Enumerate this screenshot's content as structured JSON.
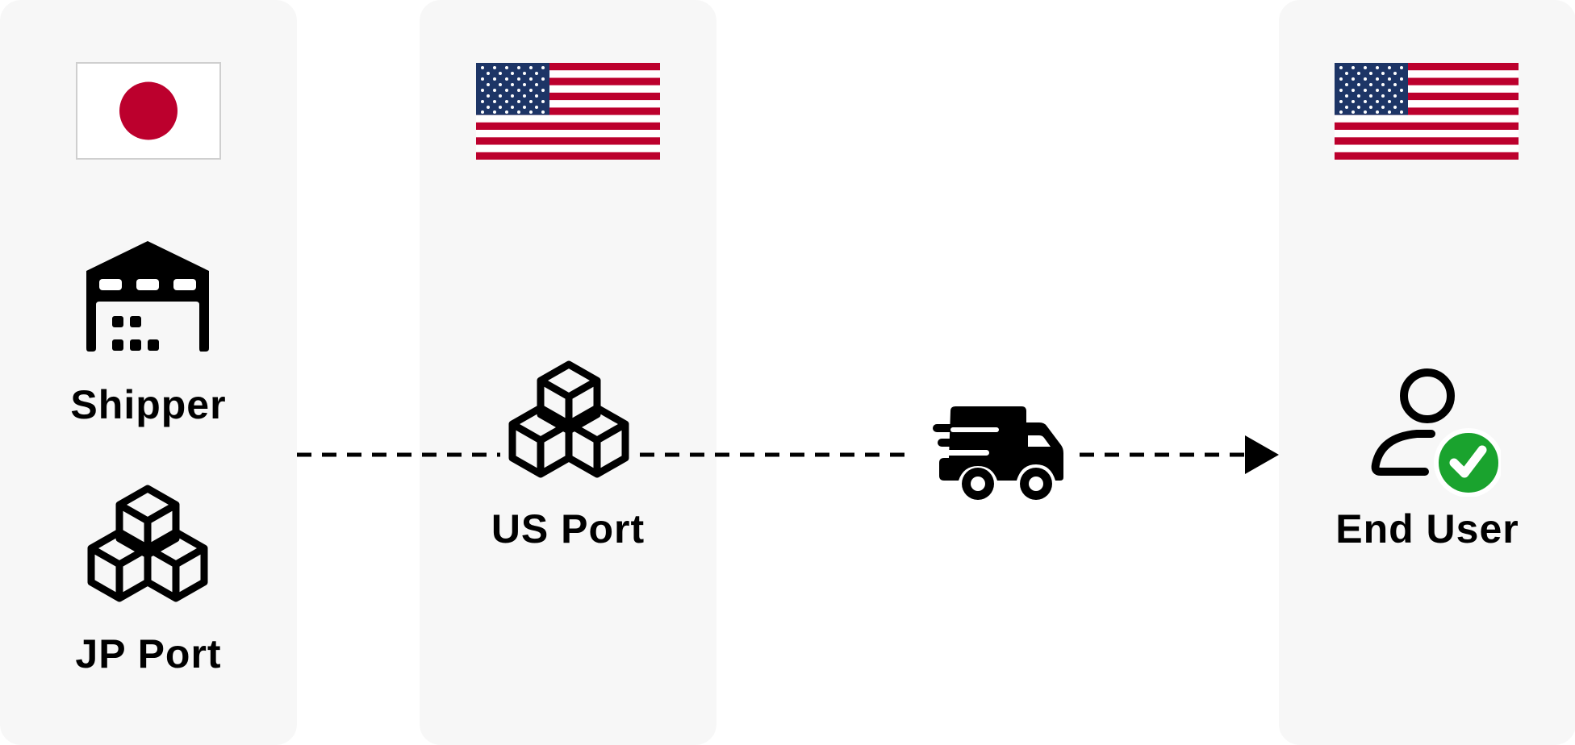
{
  "colors": {
    "background": "#ffffff",
    "panel": "#f7f7f7",
    "ink": "#000000",
    "flag_red": "#bc002d",
    "flag_blue": "#1d3566",
    "check_green": "#1aa32e"
  },
  "columns": [
    {
      "id": "origin",
      "flag": "japan-flag",
      "nodes": [
        {
          "label": "Shipper",
          "icon": "warehouse-icon"
        },
        {
          "label": "JP Port",
          "icon": "boxes-icon"
        }
      ]
    },
    {
      "id": "port",
      "flag": "us-flag",
      "nodes": [
        {
          "label": "US Port",
          "icon": "boxes-icon"
        }
      ]
    },
    {
      "id": "destination",
      "flag": "us-flag",
      "nodes": [
        {
          "label": "End User",
          "icon": "user-check-icon"
        }
      ]
    }
  ],
  "transit_icon": "delivery-truck-icon",
  "flow": [
    {
      "from": "JP Port",
      "to": "US Port",
      "style": "dashed"
    },
    {
      "from": "US Port",
      "to": "End User",
      "via": "delivery-truck-icon",
      "style": "dashed",
      "arrow": "end"
    }
  ]
}
